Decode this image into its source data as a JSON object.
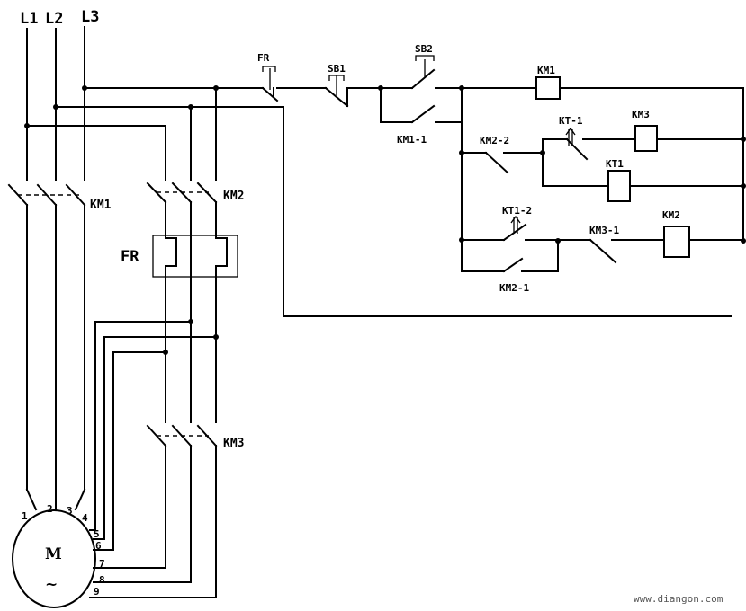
{
  "power": {
    "phases": [
      "L1",
      "L2",
      "L3"
    ],
    "contactors": {
      "km1": "KM1",
      "km2": "KM2",
      "km3": "KM3"
    },
    "overload": "FR"
  },
  "motor": {
    "letter": "M",
    "symbol": "~",
    "terminals": [
      "1",
      "2",
      "3",
      "4",
      "5",
      "6",
      "7",
      "8",
      "9"
    ]
  },
  "control": {
    "fr": "FR",
    "sb1": "SB1",
    "sb2": "SB2",
    "km1_coil": "KM1",
    "km1_1": "KM1-1",
    "kt_1": "KT-1",
    "km3_coil": "KM3",
    "km2_2": "KM2-2",
    "kt1_coil": "KT1",
    "kt1_2": "KT1-2",
    "km3_1": "KM3-1",
    "km2_coil": "KM2",
    "km2_1": "KM2-1"
  },
  "watermark": "www.diangon.com"
}
